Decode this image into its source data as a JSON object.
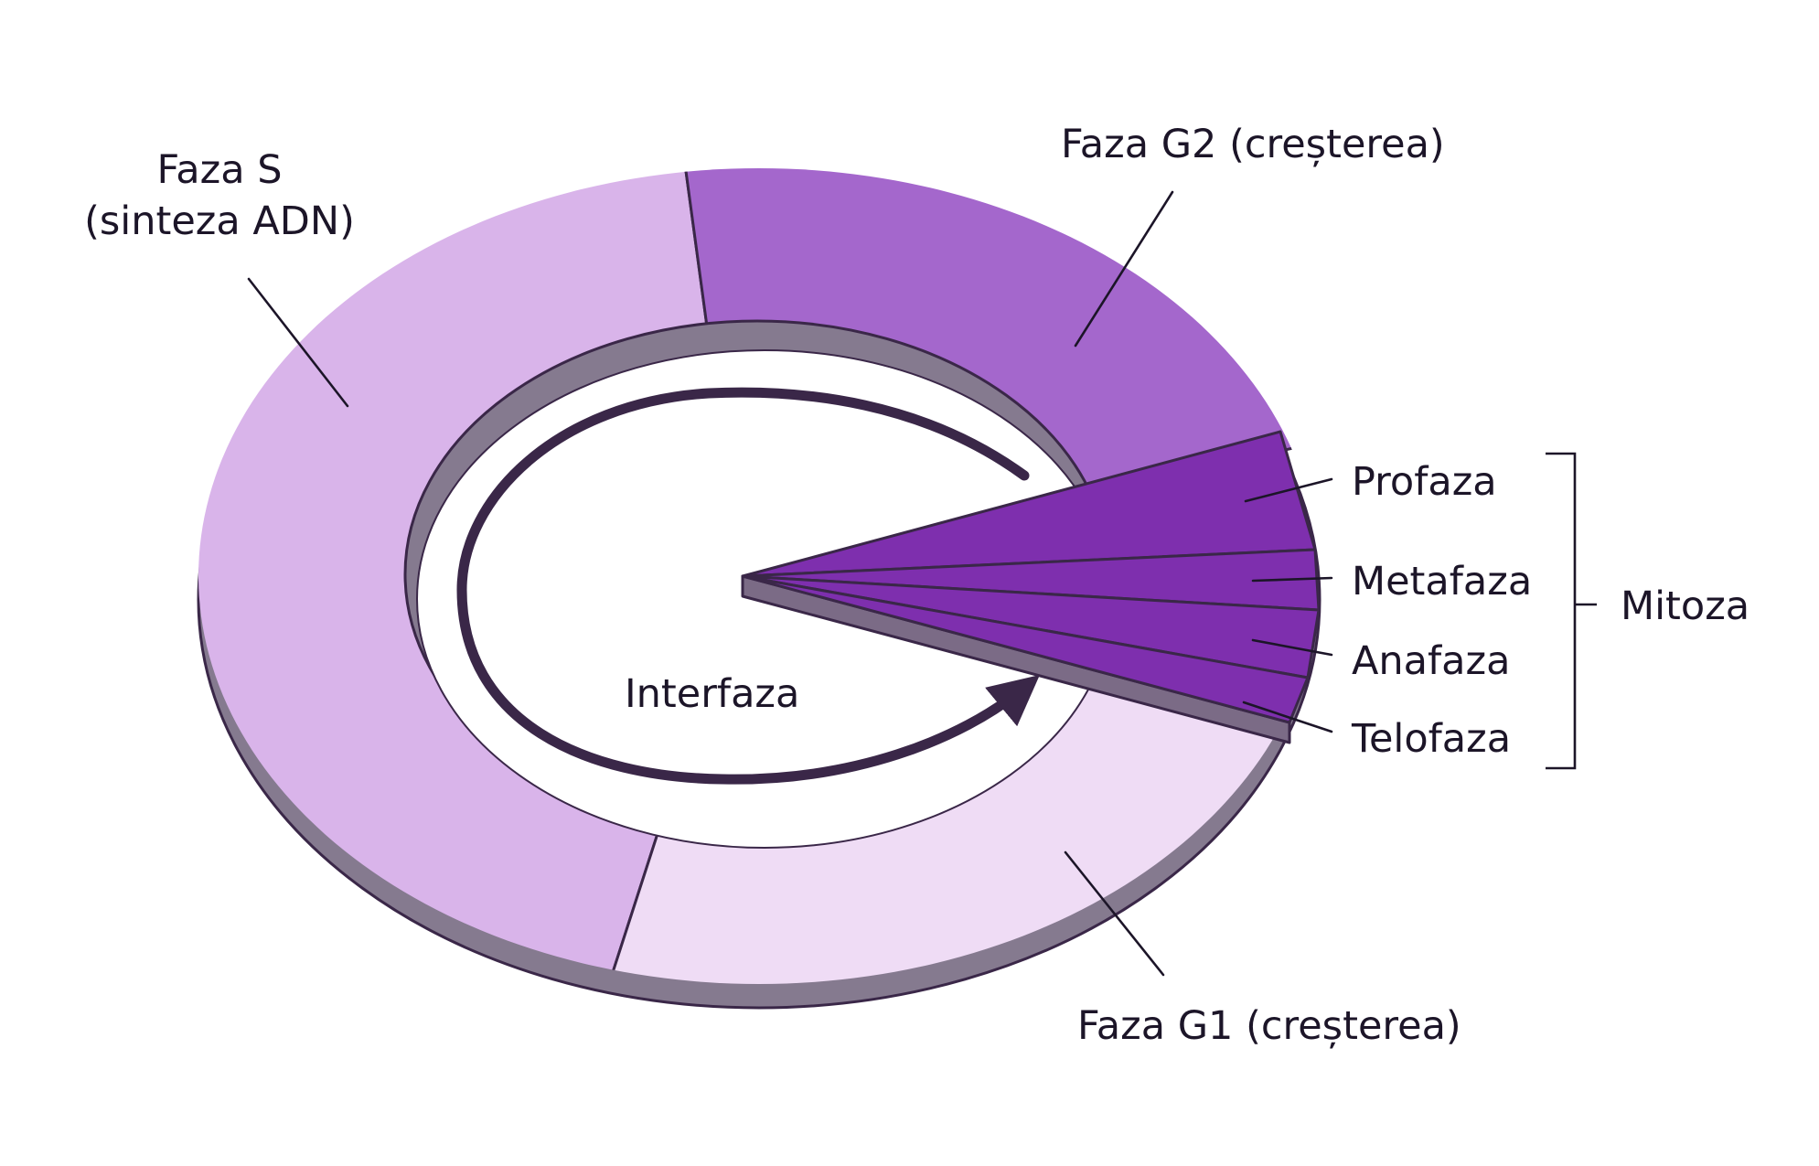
{
  "diagram": {
    "labels": {
      "s_phase_line1": "Faza S",
      "s_phase_line2": "(sinteza ADN)",
      "g2_phase": "Faza G2 (creșterea)",
      "g1_phase": "Faza G1 (creșterea)",
      "interphase": "Interfaza",
      "prophase": "Profaza",
      "metaphase": "Metafaza",
      "anaphase": "Anafaza",
      "telophase": "Telofaza",
      "mitosis": "Mitoza"
    },
    "colors": {
      "s_phase": "#d9b4ea",
      "g2_phase": "#a467cc",
      "g1_phase": "#efdcf5",
      "mitosis": "#7e2fae",
      "ring_side": "#857a8f",
      "outline": "#3a2748",
      "text": "#1c1528"
    }
  }
}
